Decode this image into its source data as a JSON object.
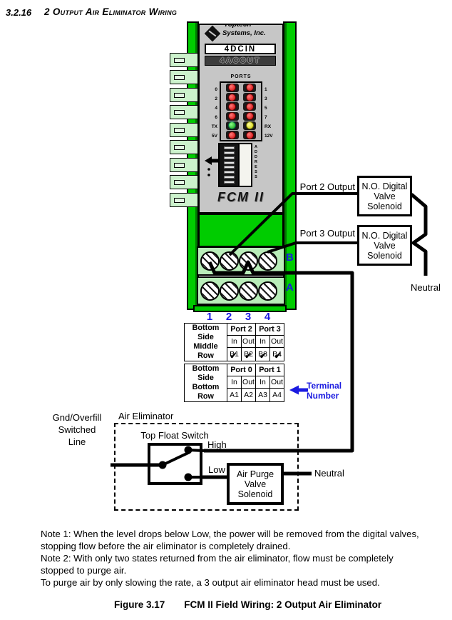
{
  "header": {
    "section_number": "3.2.16",
    "title": "2 Output Air Eliminator Wiring"
  },
  "module": {
    "logo": {
      "line1": "Toptech",
      "line2": "Systems, Inc."
    },
    "model_top": "4DCIN",
    "model_bottom": "4ACOUT",
    "ports_label": "PORTS",
    "led_rows": [
      {
        "left": "0",
        "right": "1"
      },
      {
        "left": "2",
        "right": "3"
      },
      {
        "left": "4",
        "right": "5"
      },
      {
        "left": "6",
        "right": "7"
      },
      {
        "left": "TX",
        "right": "RX"
      },
      {
        "left": "5V",
        "right": "12V"
      }
    ],
    "address_label": "ADDRESS",
    "product_name": "FCM II",
    "row_labels": {
      "top": "B",
      "bottom": "A"
    },
    "terminal_numbers": [
      "1",
      "2",
      "3",
      "4"
    ]
  },
  "wiring": {
    "port2_label": "Port 2 Output",
    "port3_label": "Port 3 Output",
    "solenoid1": "N.O. Digital\nValve\nSolenoid",
    "solenoid2": "N.O. Digital\nValve\nSolenoid",
    "neutral_right": "Neutral",
    "neutral_bottom": "Neutral",
    "gnd_label": "Gnd/Overfill\nSwitched\nLine"
  },
  "air_eliminator": {
    "box_label": "Air Eliminator",
    "switch_label": "Top Float Switch",
    "high_label": "High",
    "low_label": "Low",
    "purge_solenoid": "Air Purge\nValve\nSolenoid"
  },
  "tables": {
    "middle": {
      "row_label": "Bottom Side\nMiddle Row",
      "ports": [
        "Port 2",
        "Port 3"
      ],
      "io": [
        "In",
        "Out",
        "In",
        "Out"
      ],
      "terminals": [
        "B1",
        "B2",
        "B3",
        "B4"
      ]
    },
    "bottom": {
      "row_label": "Bottom Side\nBottom Row",
      "ports": [
        "Port 0",
        "Port 1"
      ],
      "io": [
        "In",
        "Out",
        "In",
        "Out"
      ],
      "terminals": [
        "A1",
        "A2",
        "A3",
        "A4"
      ]
    },
    "checkmarks": [
      "✔",
      "✔",
      "✔",
      "✔"
    ],
    "terminal_number_label": "Terminal\nNumber"
  },
  "notes": {
    "note1": "Note 1:  When the level drops below Low, the power will be removed from the digital valves, stopping flow before the air eliminator is completely drained.",
    "note2": "Note 2:  With only two states returned from the air eliminator, flow must be completely stopped to purge air.",
    "note3": "To purge air by only slowing the rate, a 3 output air eliminator head must be used."
  },
  "caption": {
    "figure_number": "Figure 3.17",
    "title": "FCM II Field Wiring: 2 Output Air Eliminator"
  },
  "colors": {
    "housing_green": "#00cc00",
    "pale_green": "#b9edb9",
    "label_blue": "#1a1ae0",
    "led_red": "#dd1111",
    "led_green": "#18b818",
    "led_yellow": "#e0e000"
  }
}
